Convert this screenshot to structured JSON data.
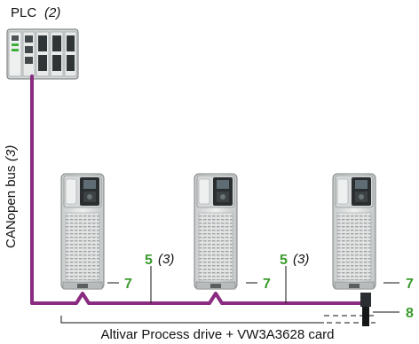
{
  "plc": {
    "label": "PLC",
    "note": "(2)"
  },
  "bus": {
    "label": "CANopen bus",
    "note": "(3)"
  },
  "callouts": {
    "drive_connector": "7",
    "cable": "5",
    "cable_note": "(3)",
    "terminator": "8"
  },
  "caption": "Altivar Process drive + VW3A3628 card",
  "colors": {
    "bus_line": "#8a2a80",
    "callout_number": "#3a9a2c",
    "drive_body": "#e4e6e6"
  },
  "icons": [
    "plc-icon",
    "altivar-drive-icon",
    "line-terminator-icon"
  ]
}
